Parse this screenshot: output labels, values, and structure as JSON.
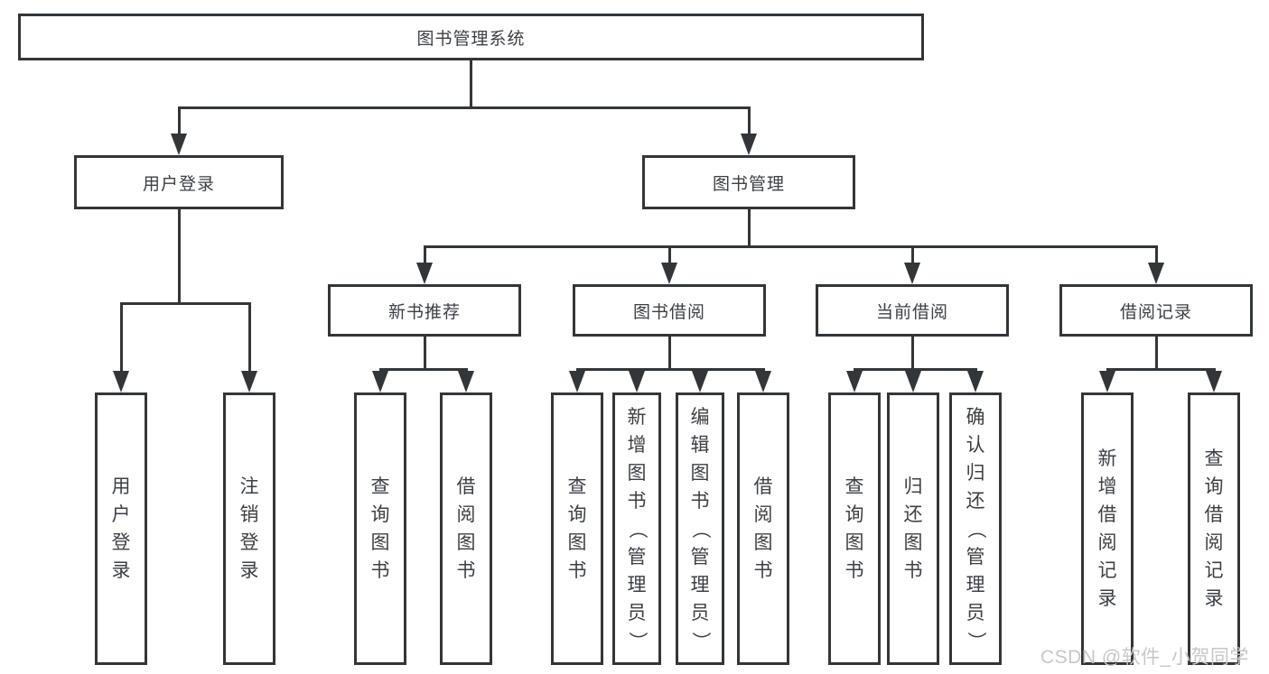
{
  "tree": {
    "label": "图书管理系统",
    "children": [
      {
        "label": "用户登录",
        "children": [
          {
            "label": "用户登录"
          },
          {
            "label": "注销登录"
          }
        ]
      },
      {
        "label": "图书管理",
        "children": [
          {
            "label": "新书推荐",
            "children": [
              {
                "label": "查询图书"
              },
              {
                "label": "借阅图书"
              }
            ]
          },
          {
            "label": "图书借阅",
            "children": [
              {
                "label": "查询图书"
              },
              {
                "label": "新增图书（管理员）"
              },
              {
                "label": "编辑图书（管理员）"
              },
              {
                "label": "借阅图书"
              }
            ]
          },
          {
            "label": "当前借阅",
            "children": [
              {
                "label": "查询图书"
              },
              {
                "label": "归还图书"
              },
              {
                "label": "确认归还（管理员）"
              }
            ]
          },
          {
            "label": "借阅记录",
            "children": [
              {
                "label": "新增借阅记录"
              },
              {
                "label": "查询借阅记录"
              }
            ]
          }
        ]
      }
    ]
  },
  "watermark": "CSDN @软件_小贺同学",
  "colors": {
    "line": "#333638",
    "text": "#3c4045",
    "watermark": "#c7c7c7"
  }
}
